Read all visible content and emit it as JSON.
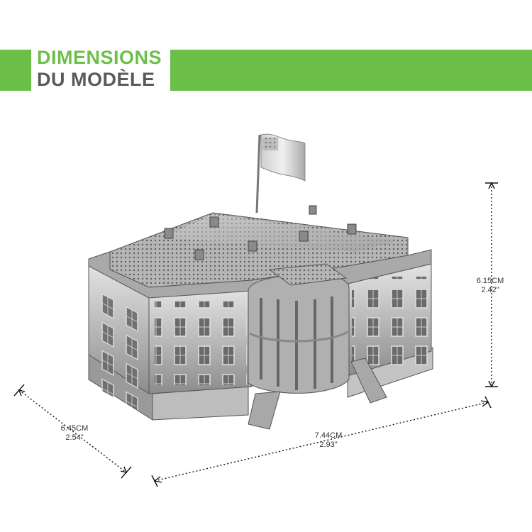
{
  "header": {
    "title_line1": "DIMENSIONS",
    "title_line2": "DU MODÈLE",
    "accent_color": "#6cc04a"
  },
  "dimensions": {
    "height_cm": "6.15CM",
    "height_in": "2.42\"",
    "width_cm": "7.44CM",
    "width_in": "2.93\"",
    "depth_cm": "6.45CM",
    "depth_in": "2.54\""
  },
  "product": {
    "icon": "white-house-metal-model"
  }
}
